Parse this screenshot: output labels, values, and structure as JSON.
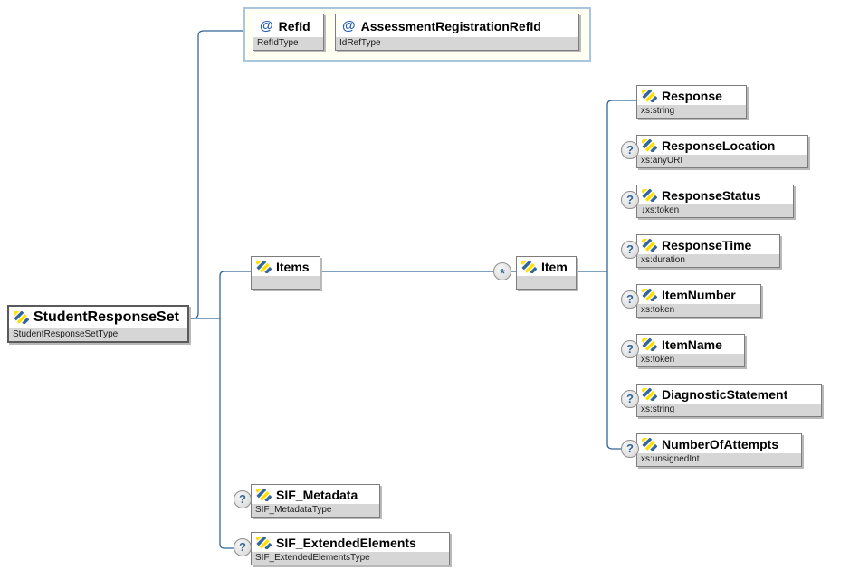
{
  "diagram": {
    "title": "StudentResponseSet schema diagram",
    "colors": {
      "connector": "#336699",
      "icon_yellow": "#ffe000",
      "icon_blue": "#336699",
      "subtitle_bg": "#d6d6d6",
      "attr_group_bg": "#fffff2",
      "attr_group_border": "#a9c6df"
    },
    "indicators": {
      "optional": "?",
      "repeat": "*",
      "attribute_prefix": "@"
    },
    "nodes": {
      "root": {
        "label": "StudentResponseSet",
        "type": "StudentResponseSetType"
      },
      "refid": {
        "prefix": "@",
        "label": "RefId",
        "type": "RefIdType"
      },
      "assessment_registration_refid": {
        "prefix": "@",
        "label": "AssessmentRegistrationRefId",
        "type": "IdRefType"
      },
      "items": {
        "label": "Items",
        "type": ""
      },
      "item": {
        "label": "Item",
        "type": "",
        "occurrence": "*"
      },
      "response": {
        "label": "Response",
        "type": "xs:string"
      },
      "response_location": {
        "label": "ResponseLocation",
        "type": "xs:anyURI",
        "occurrence": "?"
      },
      "response_status": {
        "label": "ResponseStatus",
        "type": "↓xs:token",
        "occurrence": "?"
      },
      "response_time": {
        "label": "ResponseTime",
        "type": "xs:duration",
        "occurrence": "?"
      },
      "item_number": {
        "label": "ItemNumber",
        "type": "xs:token",
        "occurrence": "?"
      },
      "item_name": {
        "label": "ItemName",
        "type": "xs:token",
        "occurrence": "?"
      },
      "diagnostic_statement": {
        "label": "DiagnosticStatement",
        "type": "xs:string",
        "occurrence": "?"
      },
      "number_of_attempts": {
        "label": "NumberOfAttempts",
        "type": "xs:unsignedInt",
        "occurrence": "?"
      },
      "sif_metadata": {
        "label": "SIF_Metadata",
        "type": "SIF_MetadataType",
        "occurrence": "?"
      },
      "sif_extended_elements": {
        "label": "SIF_ExtendedElements",
        "type": "SIF_ExtendedElementsType",
        "occurrence": "?"
      }
    }
  }
}
